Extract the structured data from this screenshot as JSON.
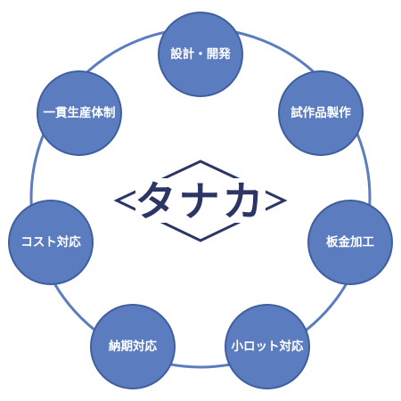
{
  "logo": {
    "text": "タナカ",
    "color": "#2b3566"
  },
  "colors": {
    "ring": "#5b7dc0",
    "node_fill": "#5b7dc0",
    "node_stroke": "#3f5f9f",
    "label": "#ffffff"
  },
  "nodes": [
    {
      "label": "設計・開発"
    },
    {
      "label": "試作品製作"
    },
    {
      "label": "板金加工"
    },
    {
      "label": "小ロット対応"
    },
    {
      "label": "納期対応"
    },
    {
      "label": "コスト対応"
    },
    {
      "label": "一貫生産体制"
    }
  ]
}
